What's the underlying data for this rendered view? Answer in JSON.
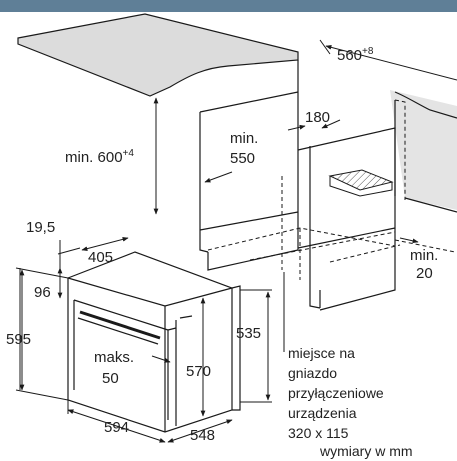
{
  "colors": {
    "banner": "#5f7f97",
    "countertop": "#dcdcdc",
    "line": "#1a1a1a",
    "hatch_fill": "#cfcfcf"
  },
  "dimensions": {
    "opening_width": "560",
    "opening_width_tol": "+8",
    "cabinet_height_min": "min. 600",
    "cabinet_height_tol": "+4",
    "cabinet_depth_min_a": "min.",
    "cabinet_depth_min_b": "550",
    "rear_gap": "180",
    "side_gap_a": "min.",
    "side_gap_b": "20",
    "oven_offset": "19,5",
    "oven_inner": "405",
    "oven_top": "96",
    "oven_height": "595",
    "oven_inner_height": "570",
    "oven_depth_body": "535",
    "handle_a": "maks.",
    "handle_b": "50",
    "oven_width": "594",
    "oven_depth": "548"
  },
  "notes": {
    "conn_1": "miejsce na",
    "conn_2": "gniazdo",
    "conn_3": "przyłączeniowe",
    "conn_4": "urządzenia",
    "conn_5": "320 x 115",
    "units": "wymiary w mm"
  }
}
